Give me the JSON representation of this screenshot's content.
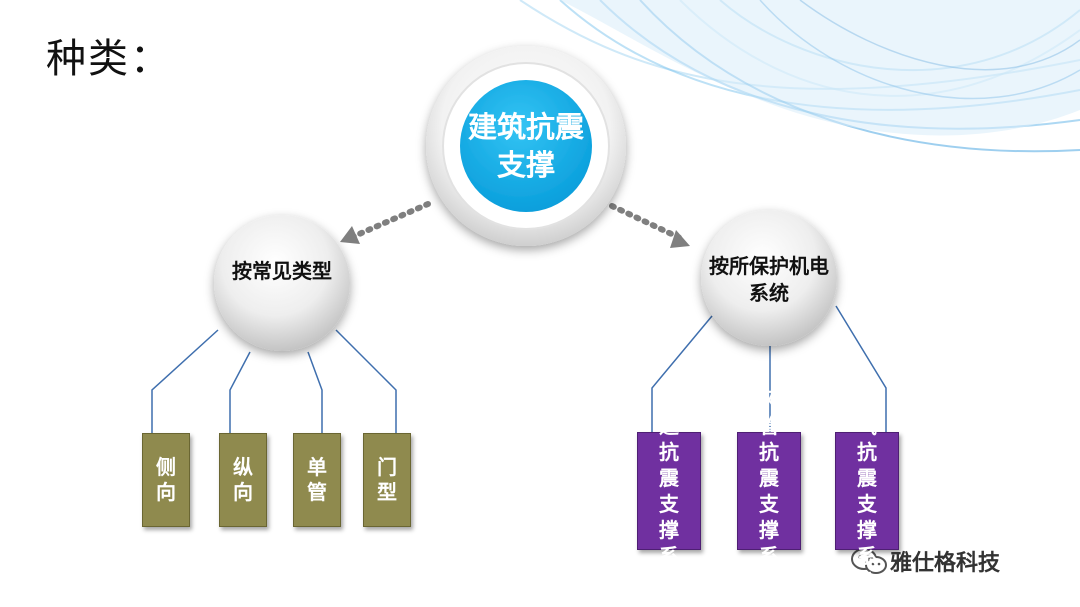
{
  "title": "种类：",
  "center": {
    "label": "建筑抗震支撑"
  },
  "left_node": {
    "label": "按常见类型"
  },
  "right_node": {
    "label": "按所保护机电系统"
  },
  "left_children": [
    "侧向",
    "纵向",
    "单管",
    "门型"
  ],
  "right_children": [
    "管道抗震支撑系统",
    "风管抗震支撑系统",
    "电气抗震支撑系统"
  ],
  "watermark": {
    "text": "雅仕格科技",
    "icon": "wechat-icon"
  },
  "colors": {
    "center_fill": "#11aee8",
    "olive_box": "#8f8a4e",
    "purple_box": "#7030a0",
    "connector": "#3f6fae",
    "arrow": "#7f7f7f"
  }
}
